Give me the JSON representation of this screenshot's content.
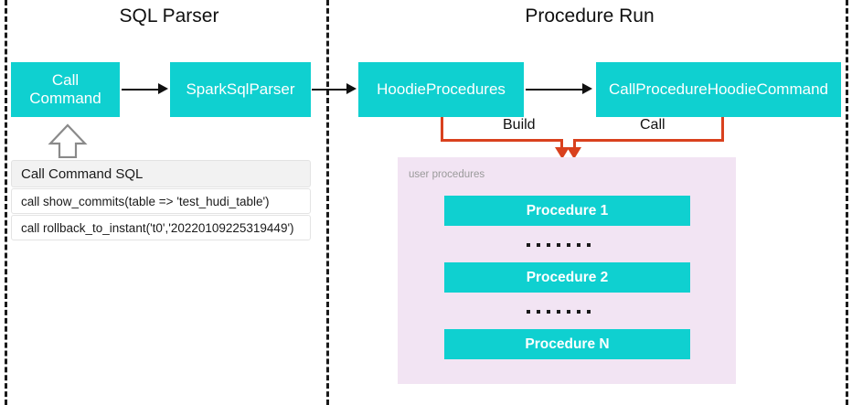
{
  "diagram": {
    "sections": [
      {
        "id": "sql-parser",
        "title": "SQL Parser"
      },
      {
        "id": "procedure-run",
        "title": "Procedure Run"
      }
    ],
    "nodes": [
      {
        "id": "call-command",
        "label": "Call\nCommand",
        "line1": "Call",
        "line2": "Command"
      },
      {
        "id": "spark-sql-parser",
        "label": "SparkSqlParser"
      },
      {
        "id": "hoodie-procedures",
        "label": "HoodieProcedures"
      },
      {
        "id": "call-procedure-hoodie-command",
        "label": "CallProcedureHoodieCommand"
      }
    ],
    "edge_labels": {
      "build": "Build",
      "call": "Call"
    },
    "sql_table": {
      "header": "Call Command SQL",
      "rows": [
        "call show_commits(table => 'test_hudi_table')",
        "call rollback_to_instant('t0','20220109225319449')"
      ]
    },
    "user_procedures_panel": {
      "label": "user procedures",
      "items": [
        {
          "label": "Procedure 1"
        },
        {
          "label": "Procedure 2"
        },
        {
          "label": "Procedure N"
        }
      ],
      "ellipsis_dots": 7
    },
    "colors": {
      "node_fill": "#0fd0d0",
      "node_text": "#ffffff",
      "panel_fill": "#f2e4f3",
      "panel_label": "#9a9a9a",
      "connector_orange": "#d9411e",
      "arrow_black": "#101010",
      "divider": "#1a1a1a",
      "table_header_fill": "#f2f2f2",
      "background": "#ffffff"
    }
  }
}
